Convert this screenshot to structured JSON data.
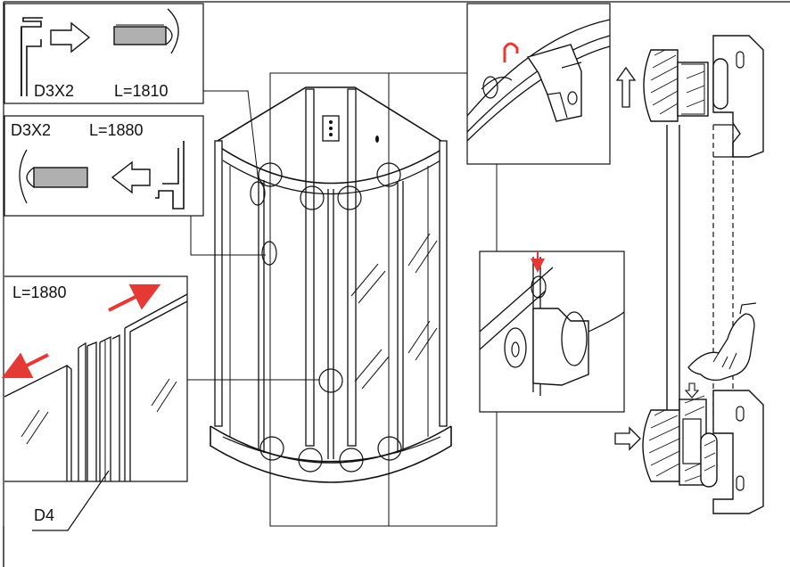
{
  "panels": {
    "top_left_label_a": "D3X2",
    "top_left_label_b": "L=1810",
    "mid_left_label_a": "D3X2",
    "mid_left_label_b": "L=1880",
    "bottom_left_label": "L=1880",
    "profile_code": "D4"
  },
  "colors": {
    "line": "#111111",
    "accent_arrow": "#e53935",
    "profile_fill": "#b0b0b0"
  }
}
